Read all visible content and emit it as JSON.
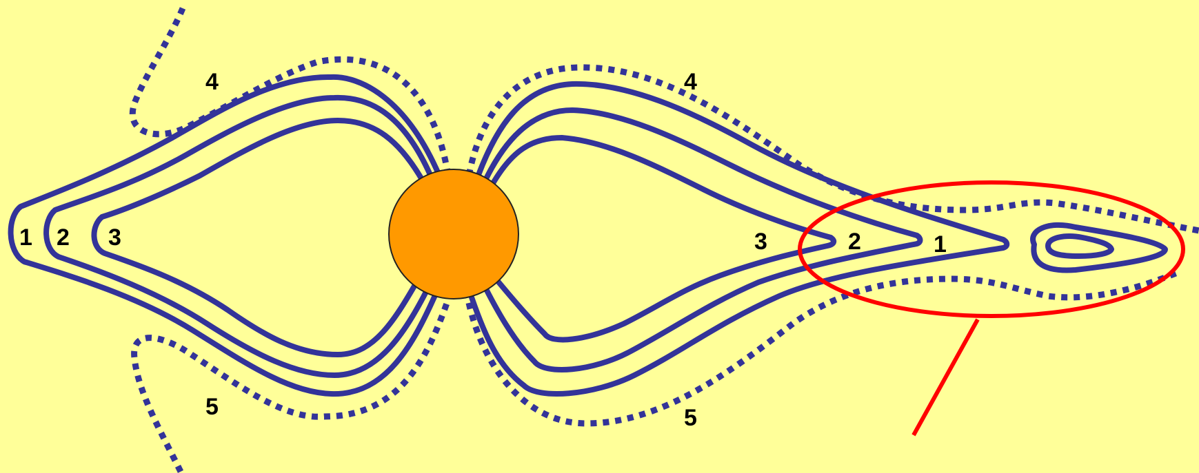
{
  "colors": {
    "background": "#ffff99",
    "field_line": "#333399",
    "sun_fill": "#ff9900",
    "sun_stroke": "#222222",
    "highlight": "#ff0000"
  },
  "labels": {
    "left_line_1": "1",
    "left_line_2": "2",
    "left_line_3": "3",
    "left_upper_dotted": "4",
    "left_lower_dotted": "5",
    "right_upper_dotted": "4",
    "right_lower_dotted": "5",
    "right_line_3": "3",
    "right_line_2": "2",
    "right_line_1": "1"
  }
}
